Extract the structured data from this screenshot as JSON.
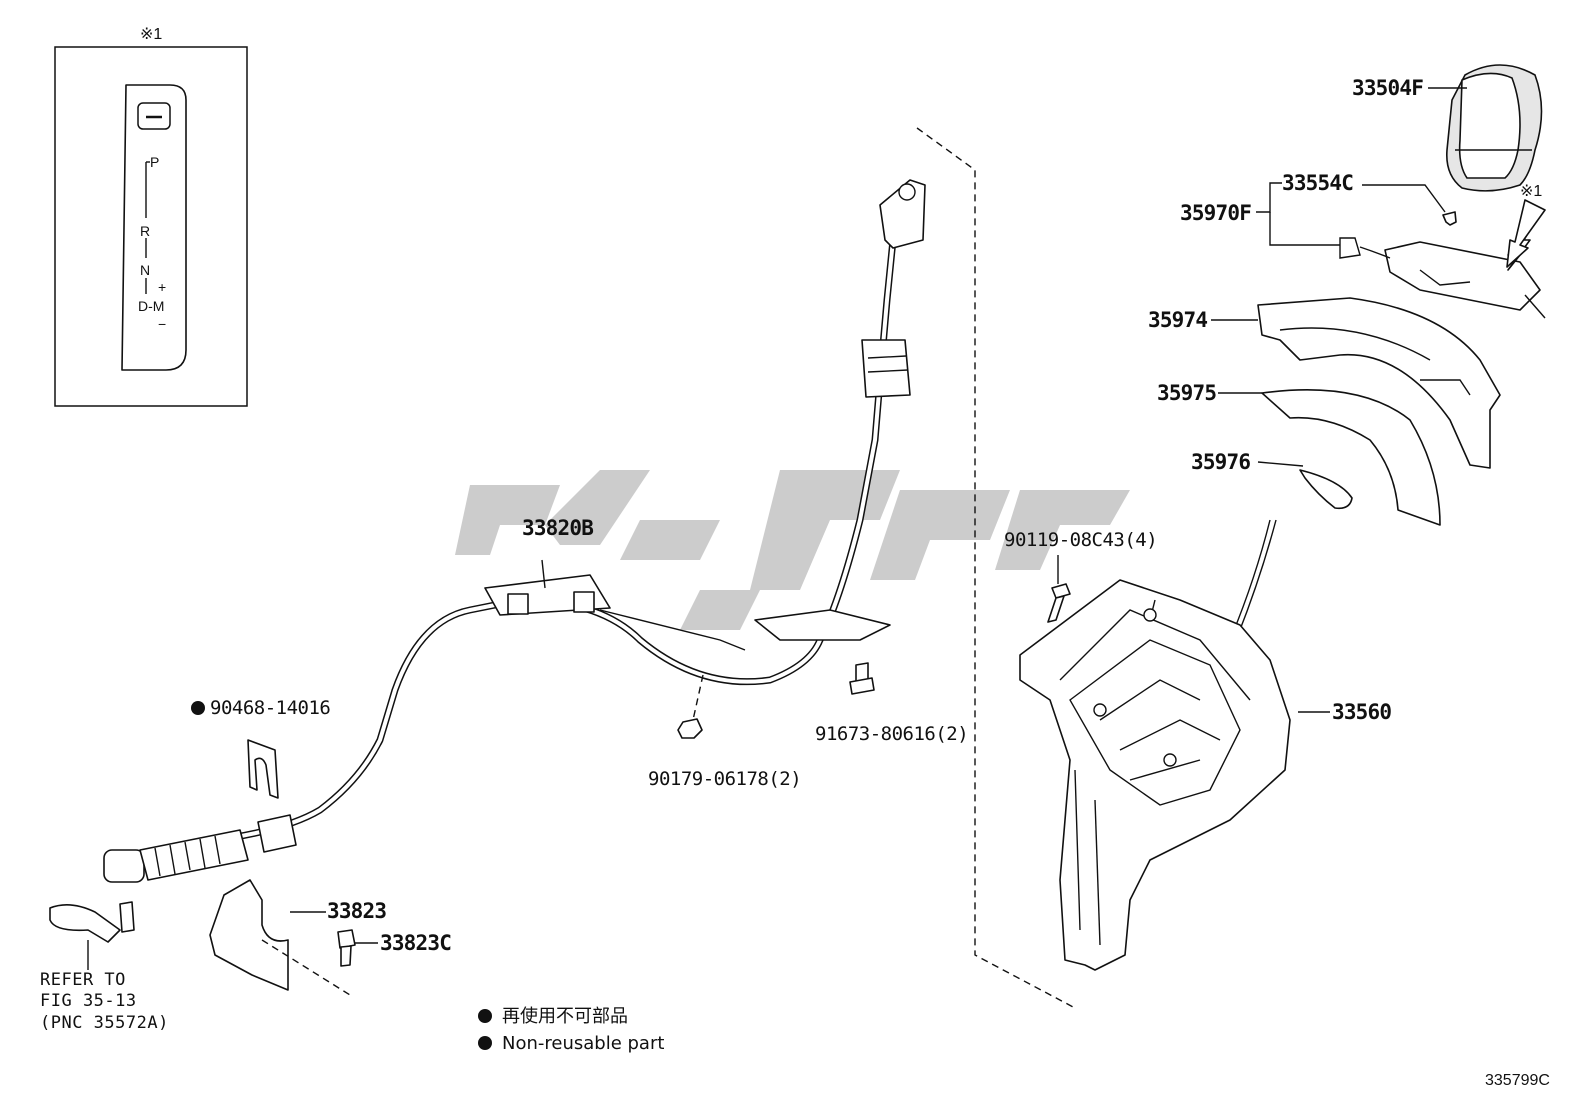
{
  "inset": {
    "note": "※1",
    "gate": {
      "p": "P",
      "r": "R",
      "n": "N",
      "d": "D-M",
      "plus": "+",
      "minus": "−"
    }
  },
  "callouts": {
    "p33504F": "33504F",
    "p33554C": "33554C",
    "p35970F": "35970F",
    "p35970F_note": "※1",
    "p35974": "35974",
    "p35975": "35975",
    "p35976": "35976",
    "p33820B": "33820B",
    "p90119": "90119-08C43(4)",
    "p33560": "33560",
    "p90468": "90468-14016",
    "p91673": "91673-80616(2)",
    "p90179": "90179-06178(2)",
    "p33823": "33823",
    "p33823C": "33823C"
  },
  "refer": {
    "line1": "REFER TO",
    "line2": "FIG 35-13",
    "line3": "(PNC 35572A)"
  },
  "legend": {
    "jp": "再使用不可部品",
    "en": "Non-reusable part"
  },
  "diagram_code": "335799C"
}
